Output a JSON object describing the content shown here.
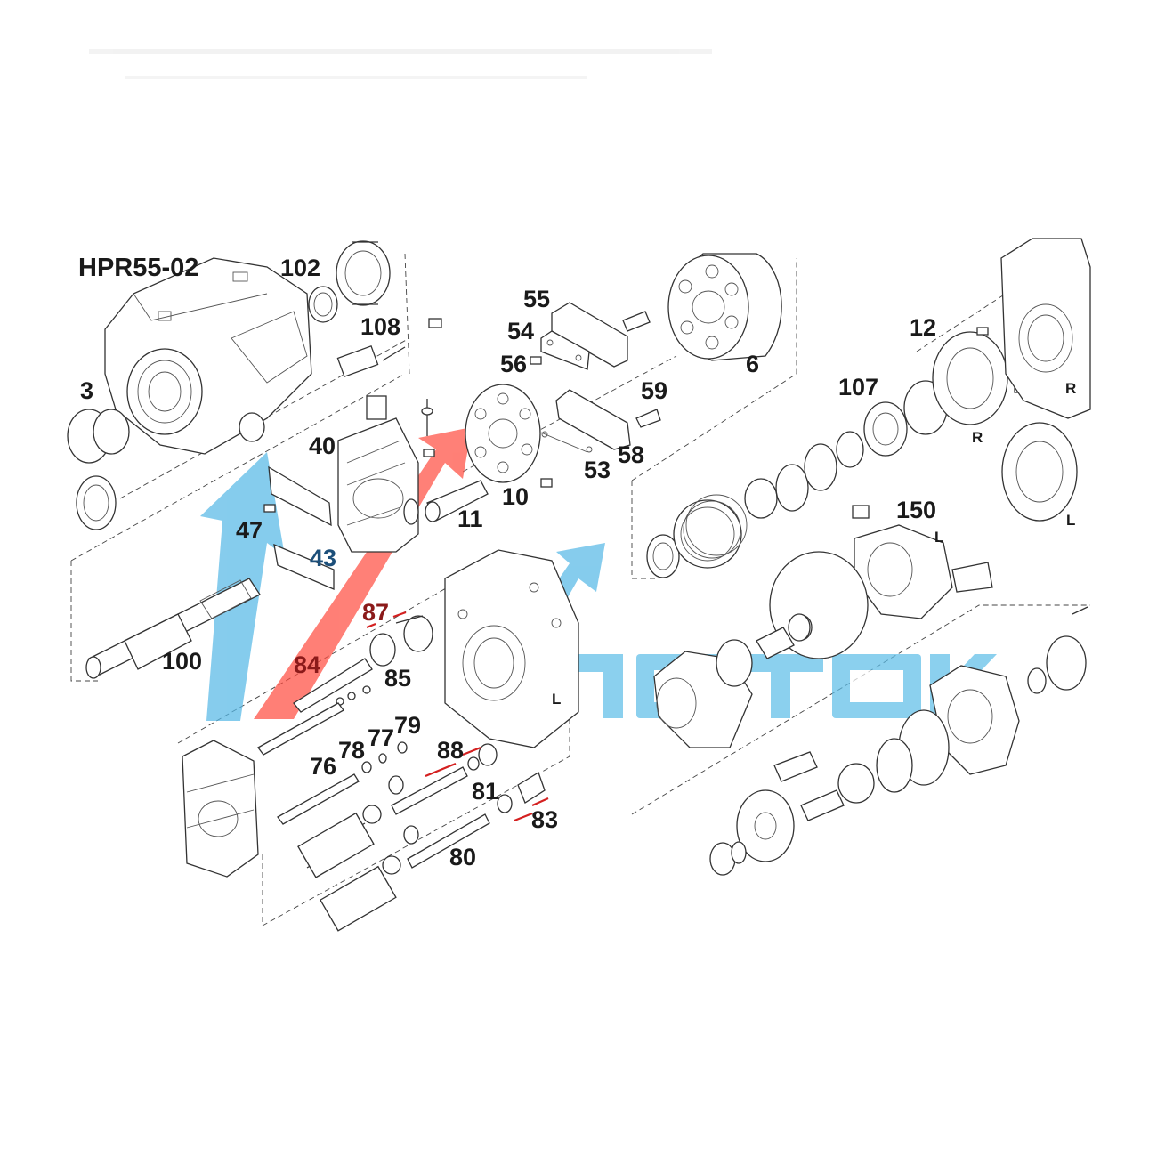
{
  "diagram": {
    "title": "HPR55-02",
    "labels": {
      "p102": "102",
      "p108": "108",
      "p3": "3",
      "p40": "40",
      "p47": "47",
      "p43": "43",
      "p100": "100",
      "p55": "55",
      "p54": "54",
      "p56": "56",
      "p6": "6",
      "p59": "59",
      "p10": "10",
      "p53": "53",
      "p58": "58",
      "p11": "11",
      "p12": "12",
      "p107": "107",
      "p150": "150",
      "p87": "87",
      "p84": "84",
      "p85": "85",
      "p79": "79",
      "p77": "77",
      "p78": "78",
      "p76": "76",
      "p88": "88",
      "p81": "81",
      "p83": "83",
      "p80": "80",
      "sideR1": "R",
      "sideR2": "R",
      "sideL1": "L",
      "sideL2": "L",
      "sideL3": "L"
    },
    "label_colors": {
      "default": "#1a1a1a",
      "blue": "#1c4f7a",
      "red": "#8b1a1a"
    },
    "watermark": {
      "text": "ПОТОК",
      "color": "#5bbde8",
      "arrow_red": "#ff4a3d",
      "arrow_blue": "#52b7e6"
    },
    "red_marks_color": "#d42020"
  }
}
